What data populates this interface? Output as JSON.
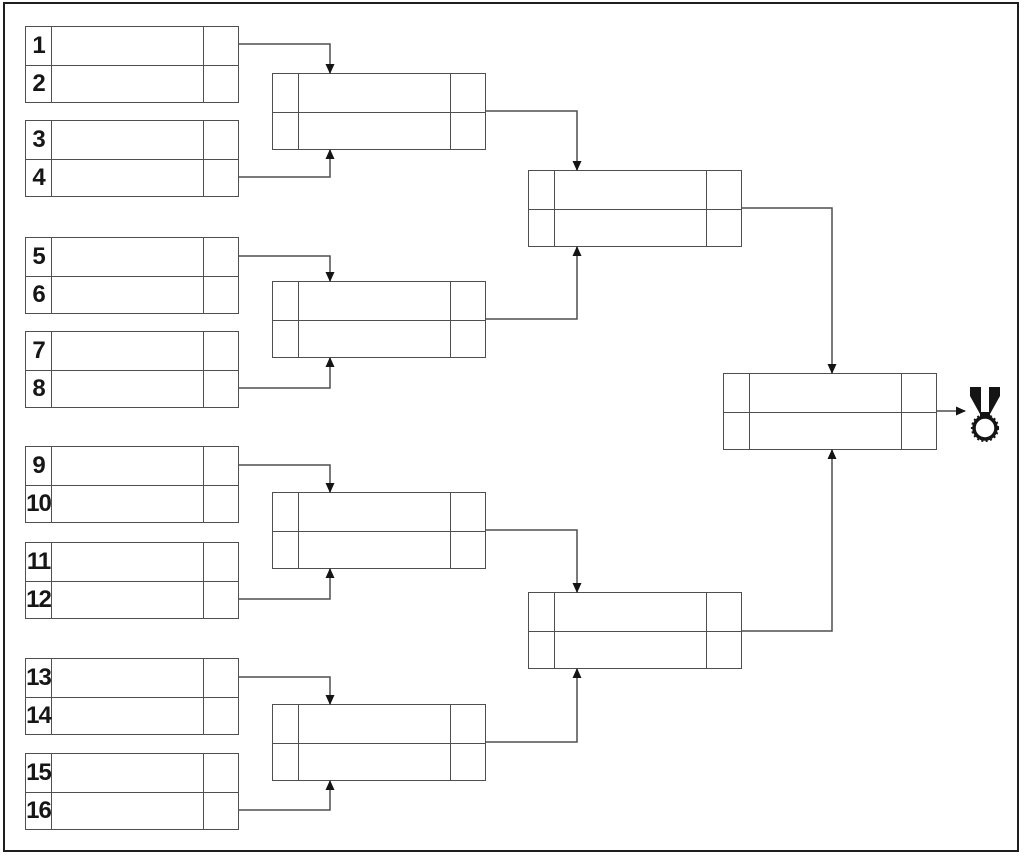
{
  "bracket": {
    "seeds": [
      "1",
      "2",
      "3",
      "4",
      "5",
      "6",
      "7",
      "8",
      "9",
      "10",
      "11",
      "12",
      "13",
      "14",
      "15",
      "16"
    ],
    "structure": {
      "round1_boxes": 8,
      "quarterfinal_boxes": 4,
      "semifinal_boxes": 2,
      "final_boxes": 1
    },
    "winner_icon": "medal-icon"
  },
  "colors": {
    "background": "#ffffff",
    "box_line": "#4f4f4f",
    "frame_border": "#1e1e1e",
    "number_text": "#161616",
    "arrowhead": "#141414"
  }
}
